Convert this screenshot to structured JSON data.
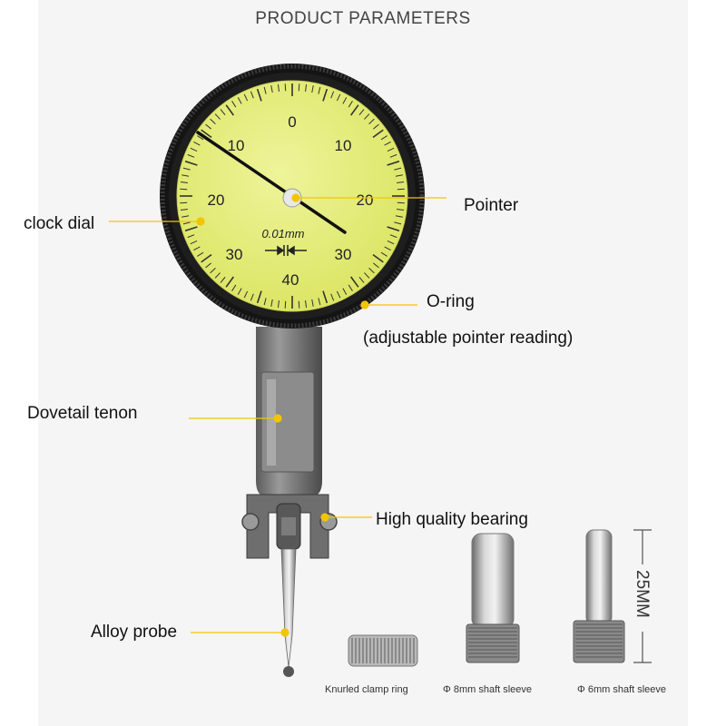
{
  "title": "PRODUCT PARAMETERS",
  "dial": {
    "right_numbers": [
      "0",
      "10",
      "20",
      "30",
      "40"
    ],
    "left_numbers": [
      "10",
      "20",
      "30"
    ],
    "resolution": "0.01mm"
  },
  "labels": {
    "clock_dial": "clock dial",
    "pointer": "Pointer",
    "o_ring": "O-ring",
    "o_ring_note": "(adjustable pointer reading)",
    "dovetail": "Dovetail tenon",
    "bearing": "High quality bearing",
    "probe": "Alloy probe"
  },
  "captions": {
    "clamp_ring": "Knurled clamp ring",
    "sleeve_8mm": "Φ 8mm shaft sleeve",
    "sleeve_6mm": "Φ 6mm shaft sleeve"
  },
  "dimension": "25MM",
  "colors": {
    "dial_face": "#e7f07a",
    "leader": "#f2c500",
    "bezel": "#141414"
  }
}
